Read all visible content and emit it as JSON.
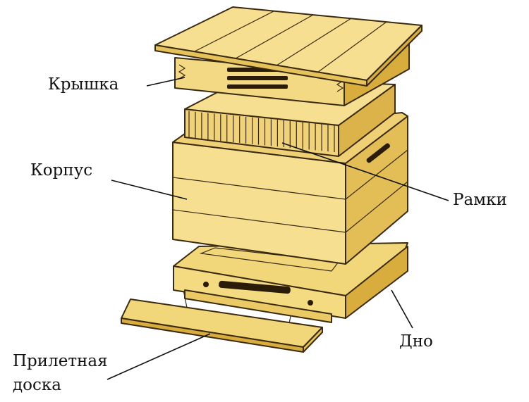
{
  "labels": {
    "lid": "Крышка",
    "body": "Корпус",
    "frames": "Рамки",
    "bottom": "Дно",
    "landing_line1": "Прилетная",
    "landing_line2": "доска"
  },
  "colors": {
    "wood_light": "#f6df90",
    "wood_mid": "#ebc964",
    "wood_dark": "#d8ad3e",
    "outline": "#3a2a10"
  }
}
